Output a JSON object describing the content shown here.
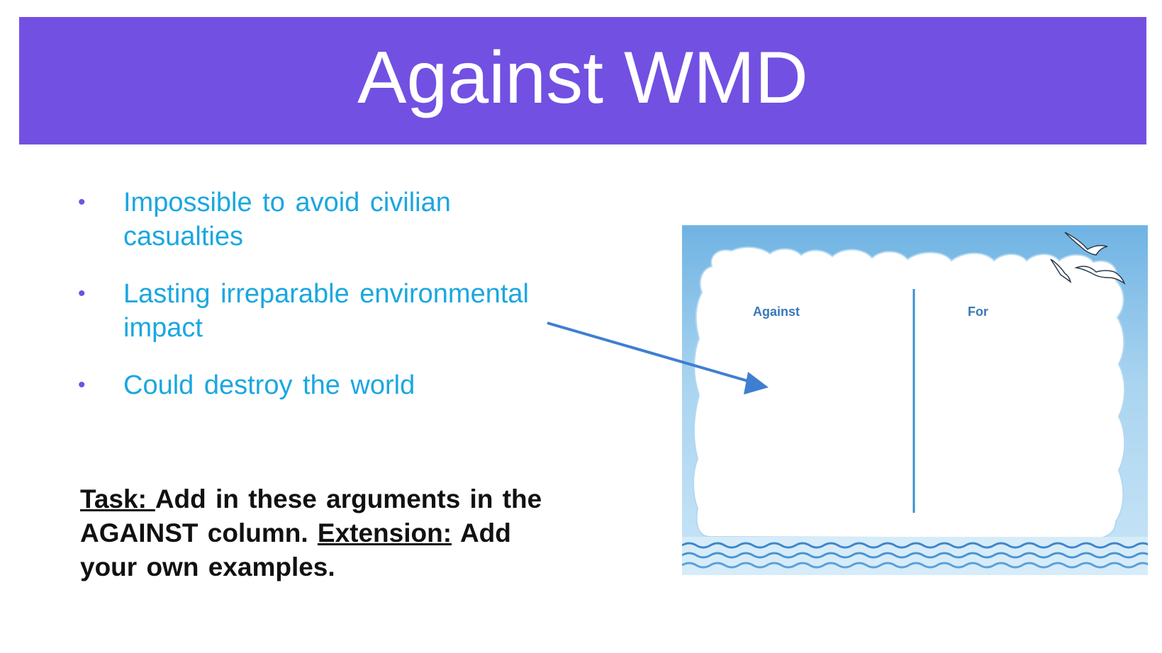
{
  "slide": {
    "title": "Against WMD",
    "bullets": [
      {
        "text": "Impossible to avoid civilian casualties"
      },
      {
        "text": "Lasting irreparable environmental impact"
      },
      {
        "text": "Could destroy the world"
      }
    ],
    "task": {
      "label": "Task: ",
      "text1": "Add in these arguments in the AGAINST column. ",
      "extension_label": "Extension:",
      "text2": " Add your own examples."
    }
  },
  "worksheet_image": {
    "left_column_label": "Against",
    "right_column_label": "For"
  },
  "colors": {
    "title_bar": "#7250e2",
    "bullet_text": "#1aa7e0",
    "bullet_marker": "#7250e2",
    "arrow": "#3f7fd0",
    "sky": "#7ab9e4"
  }
}
